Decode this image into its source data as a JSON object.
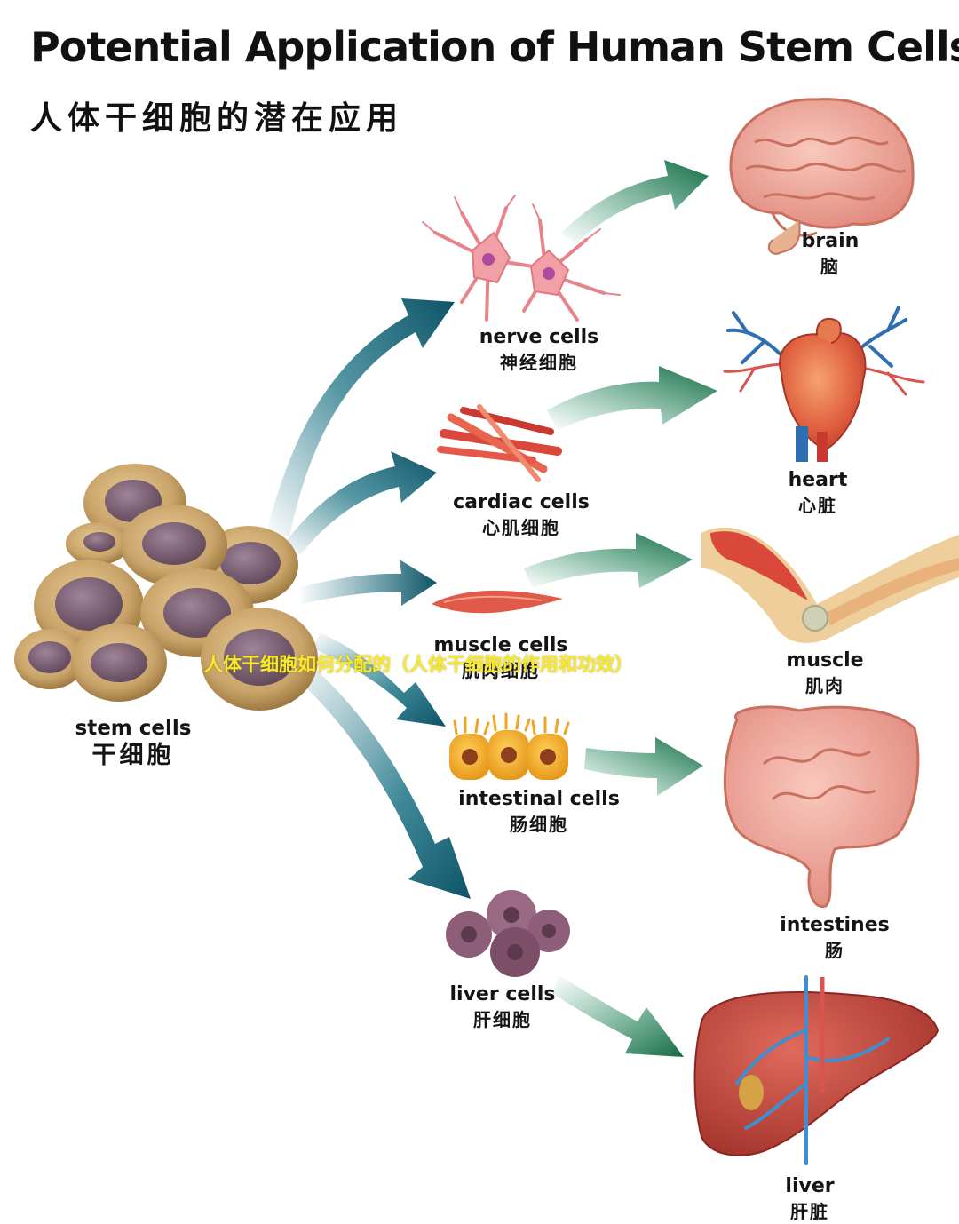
{
  "title": "Potential Application of Human Stem Cells",
  "subtitle": "人体干细胞的潜在应用",
  "overlay_caption": "人体干细胞如何分配的（人体干细胞的作用和功效）",
  "source": {
    "en": "stem cells",
    "zh": "干细胞"
  },
  "cells": [
    {
      "en": "nerve cells",
      "zh": "神经细胞"
    },
    {
      "en": "cardiac cells",
      "zh": "心肌细胞"
    },
    {
      "en": "muscle cells",
      "zh": "肌肉细胞"
    },
    {
      "en": "intestinal cells",
      "zh": "肠细胞"
    },
    {
      "en": "liver cells",
      "zh": "肝细胞"
    }
  ],
  "organs": [
    {
      "en": "brain",
      "zh": "脑"
    },
    {
      "en": "heart",
      "zh": "心脏"
    },
    {
      "en": "muscle",
      "zh": "肌肉"
    },
    {
      "en": "intestines",
      "zh": "肠"
    },
    {
      "en": "liver",
      "zh": "肝脏"
    }
  ],
  "colors": {
    "arrow_teal": "#0f6b7e",
    "arrow_green": "#1b8a5a",
    "stem_cell": "#c9a46a",
    "nucleus": "#7a5e73",
    "nerve": "#e8838a",
    "muscle_red": "#d9483b",
    "intestinal": "#f2a322",
    "liver_cell": "#8e5e78",
    "organ_pink": "#f0a79a",
    "liver": "#c2463b"
  }
}
